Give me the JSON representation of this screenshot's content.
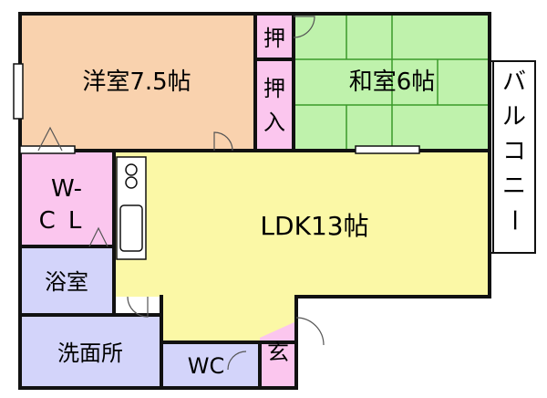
{
  "rooms": {
    "western": {
      "label": "洋室7.5帖",
      "color": "#f9d2ae"
    },
    "japanese": {
      "label": "和室6帖",
      "color": "#bff2ac"
    },
    "oshi_top": {
      "label": "押",
      "color": "#fbc6ee"
    },
    "oshi_mid": {
      "label": "押入",
      "color": "#fbc6ee"
    },
    "wcl": {
      "label_line1": "W-",
      "label_line2": "CL",
      "color": "#fbc6ee"
    },
    "ldk": {
      "label": "LDK13帖",
      "color": "#fbf8a6"
    },
    "bath": {
      "label": "浴室",
      "color": "#d3d4fa"
    },
    "washroom": {
      "label": "洗面所",
      "color": "#d3d4fa"
    },
    "wc": {
      "label": "WC",
      "color": "#d3d4fa"
    },
    "entrance": {
      "label": "玄",
      "color": "#fbc6ee"
    },
    "balcony": {
      "label": "バルコニー",
      "color": "#ffffff"
    }
  },
  "colors": {
    "wall": "#111111",
    "tatami_line": "#3a9a2a",
    "door": "#555555"
  }
}
